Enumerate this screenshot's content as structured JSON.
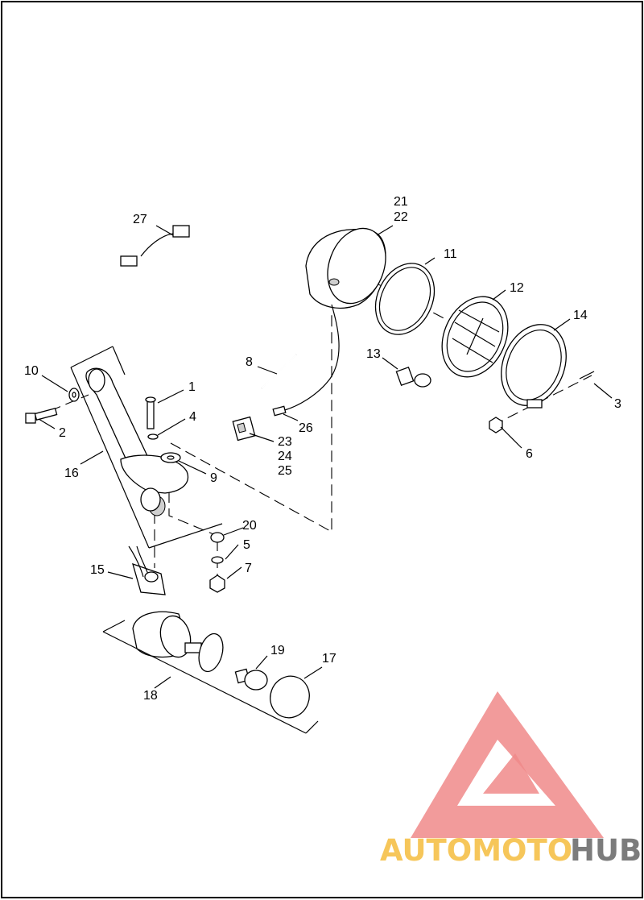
{
  "callouts": [
    {
      "id": "c21",
      "text": "21"
    },
    {
      "id": "c22",
      "text": "22"
    },
    {
      "id": "c27",
      "text": "27"
    },
    {
      "id": "c11",
      "text": "11"
    },
    {
      "id": "c12",
      "text": "12"
    },
    {
      "id": "c14",
      "text": "14"
    },
    {
      "id": "c8",
      "text": "8"
    },
    {
      "id": "c13",
      "text": "13"
    },
    {
      "id": "c10",
      "text": "10"
    },
    {
      "id": "c1",
      "text": "1"
    },
    {
      "id": "c3",
      "text": "3"
    },
    {
      "id": "c4",
      "text": "4"
    },
    {
      "id": "c2",
      "text": "2"
    },
    {
      "id": "c26",
      "text": "26"
    },
    {
      "id": "c23",
      "text": "23"
    },
    {
      "id": "c24",
      "text": "24"
    },
    {
      "id": "c25",
      "text": "25"
    },
    {
      "id": "c6",
      "text": "6"
    },
    {
      "id": "c16",
      "text": "16"
    },
    {
      "id": "c9",
      "text": "9"
    },
    {
      "id": "c20",
      "text": "20"
    },
    {
      "id": "c5",
      "text": "5"
    },
    {
      "id": "c15",
      "text": "15"
    },
    {
      "id": "c7",
      "text": "7"
    },
    {
      "id": "c19",
      "text": "19"
    },
    {
      "id": "c17",
      "text": "17"
    },
    {
      "id": "c18",
      "text": "18"
    }
  ],
  "watermark": {
    "part1": "AUTOMOTO",
    "part2": "HUB",
    "color_logo": "#f08a8a",
    "color_text1": "#f6c65a",
    "color_text2": "#7c7c7c"
  }
}
